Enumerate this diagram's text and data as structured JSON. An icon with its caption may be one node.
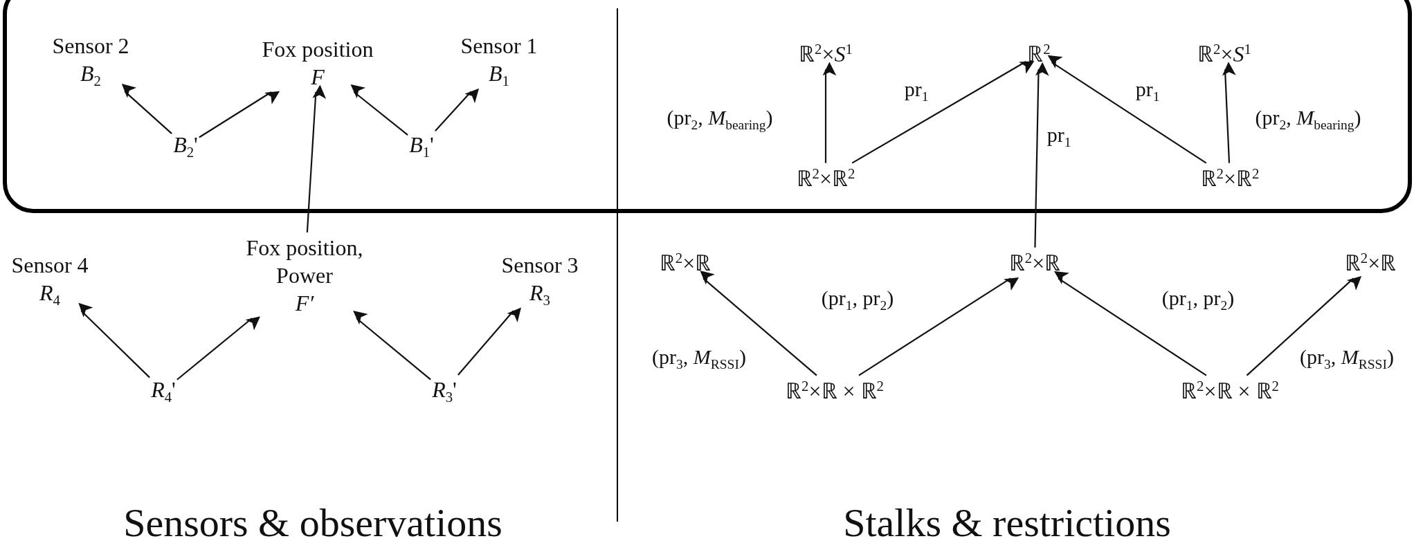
{
  "diagram": {
    "nodes": [
      {
        "text": [],
        "shape": "box"
      },
      {
        "text": [
          "Sensor 2",
          "*B*$_{2}$"
        ],
        "in": 0
      },
      {
        "text": [
          "Fox position",
          "*F*"
        ],
        "in": 0
      },
      {
        "text": [
          "Sensor 1",
          "*B*$_{1}$"
        ],
        "in": 0
      },
      {
        "text": [
          "*B*$_{2}$'"
        ],
        "in": 0
      },
      {
        "text": [
          "*B*$_{1}$'"
        ],
        "in": 0
      },
      {
        "text": [
          "Fox position, Power",
          "*F′*"
        ]
      },
      {
        "text": [
          "Sensor 4",
          "*R*$_{4}$"
        ]
      },
      {
        "text": [
          "Sensor 3",
          "*R*$_{3}$"
        ]
      },
      {
        "text": [
          "*R*$_{4}$'"
        ]
      },
      {
        "text": [
          "*R*$_{3}$'"
        ]
      },
      {
        "text": [
          "ℝ$^{2}$×*S*$^{1}$"
        ],
        "in": 0
      },
      {
        "text": [
          "ℝ$^{2}$"
        ],
        "in": 0
      },
      {
        "text": [
          "ℝ$^{2}$×*S*$^{1}$"
        ],
        "in": 0
      },
      {
        "text": [
          "ℝ$^{2}$×ℝ$^{2}$"
        ],
        "in": 0
      },
      {
        "text": [
          "ℝ$^{2}$×ℝ$^{2}$"
        ],
        "in": 0
      },
      {
        "text": [
          "ℝ$^{2}$×ℝ"
        ]
      },
      {
        "text": [
          "ℝ$^{2}$×ℝ"
        ]
      },
      {
        "text": [
          "ℝ$^{2}$×ℝ"
        ]
      },
      {
        "text": [
          "ℝ$^{2}$×ℝ × ℝ$^{2}$"
        ]
      },
      {
        "text": [
          "ℝ$^{2}$×ℝ × ℝ$^{2}$"
        ]
      }
    ],
    "edges": [
      {
        "from": 4,
        "to": 1,
        "arrow": "to"
      },
      {
        "from": 4,
        "to": 2,
        "arrow": "to"
      },
      {
        "from": 5,
        "to": 2,
        "arrow": "to"
      },
      {
        "from": 5,
        "to": 3,
        "arrow": "to"
      },
      {
        "from": 6,
        "to": 2,
        "arrow": "to"
      },
      {
        "from": 9,
        "to": 7,
        "arrow": "to"
      },
      {
        "from": 9,
        "to": 6,
        "arrow": "to"
      },
      {
        "from": 10,
        "to": 6,
        "arrow": "to"
      },
      {
        "from": 10,
        "to": 8,
        "arrow": "to"
      },
      {
        "from": 14,
        "to": 11,
        "arrow": "to",
        "label": "(pr$_{2}$, *M*$_{bearing}$)"
      },
      {
        "from": 14,
        "to": 12,
        "arrow": "to",
        "label": "pr$_{1}$"
      },
      {
        "from": 17,
        "to": 12,
        "arrow": "to",
        "label": "pr$_{1}$"
      },
      {
        "from": 15,
        "to": 12,
        "arrow": "to",
        "label": "pr$_{1}$"
      },
      {
        "from": 15,
        "to": 13,
        "arrow": "to",
        "label": "(pr$_{2}$, *M*$_{bearing}$)"
      },
      {
        "from": 19,
        "to": 16,
        "arrow": "to",
        "label": "(pr$_{3}$, *M*$_{RSSI}$)"
      },
      {
        "from": 19,
        "to": 17,
        "arrow": "to",
        "label": "(pr$_{1}$, pr$_{2}$)"
      },
      {
        "from": 20,
        "to": 17,
        "arrow": "to",
        "label": "(pr$_{1}$, pr$_{2}$)"
      },
      {
        "from": 20,
        "to": 18,
        "arrow": "to",
        "label": "(pr$_{3}$, *M*$_{RSSI}$)"
      }
    ],
    "labels": [
      "Sensors & observations",
      "Stalks & restrictions"
    ]
  }
}
